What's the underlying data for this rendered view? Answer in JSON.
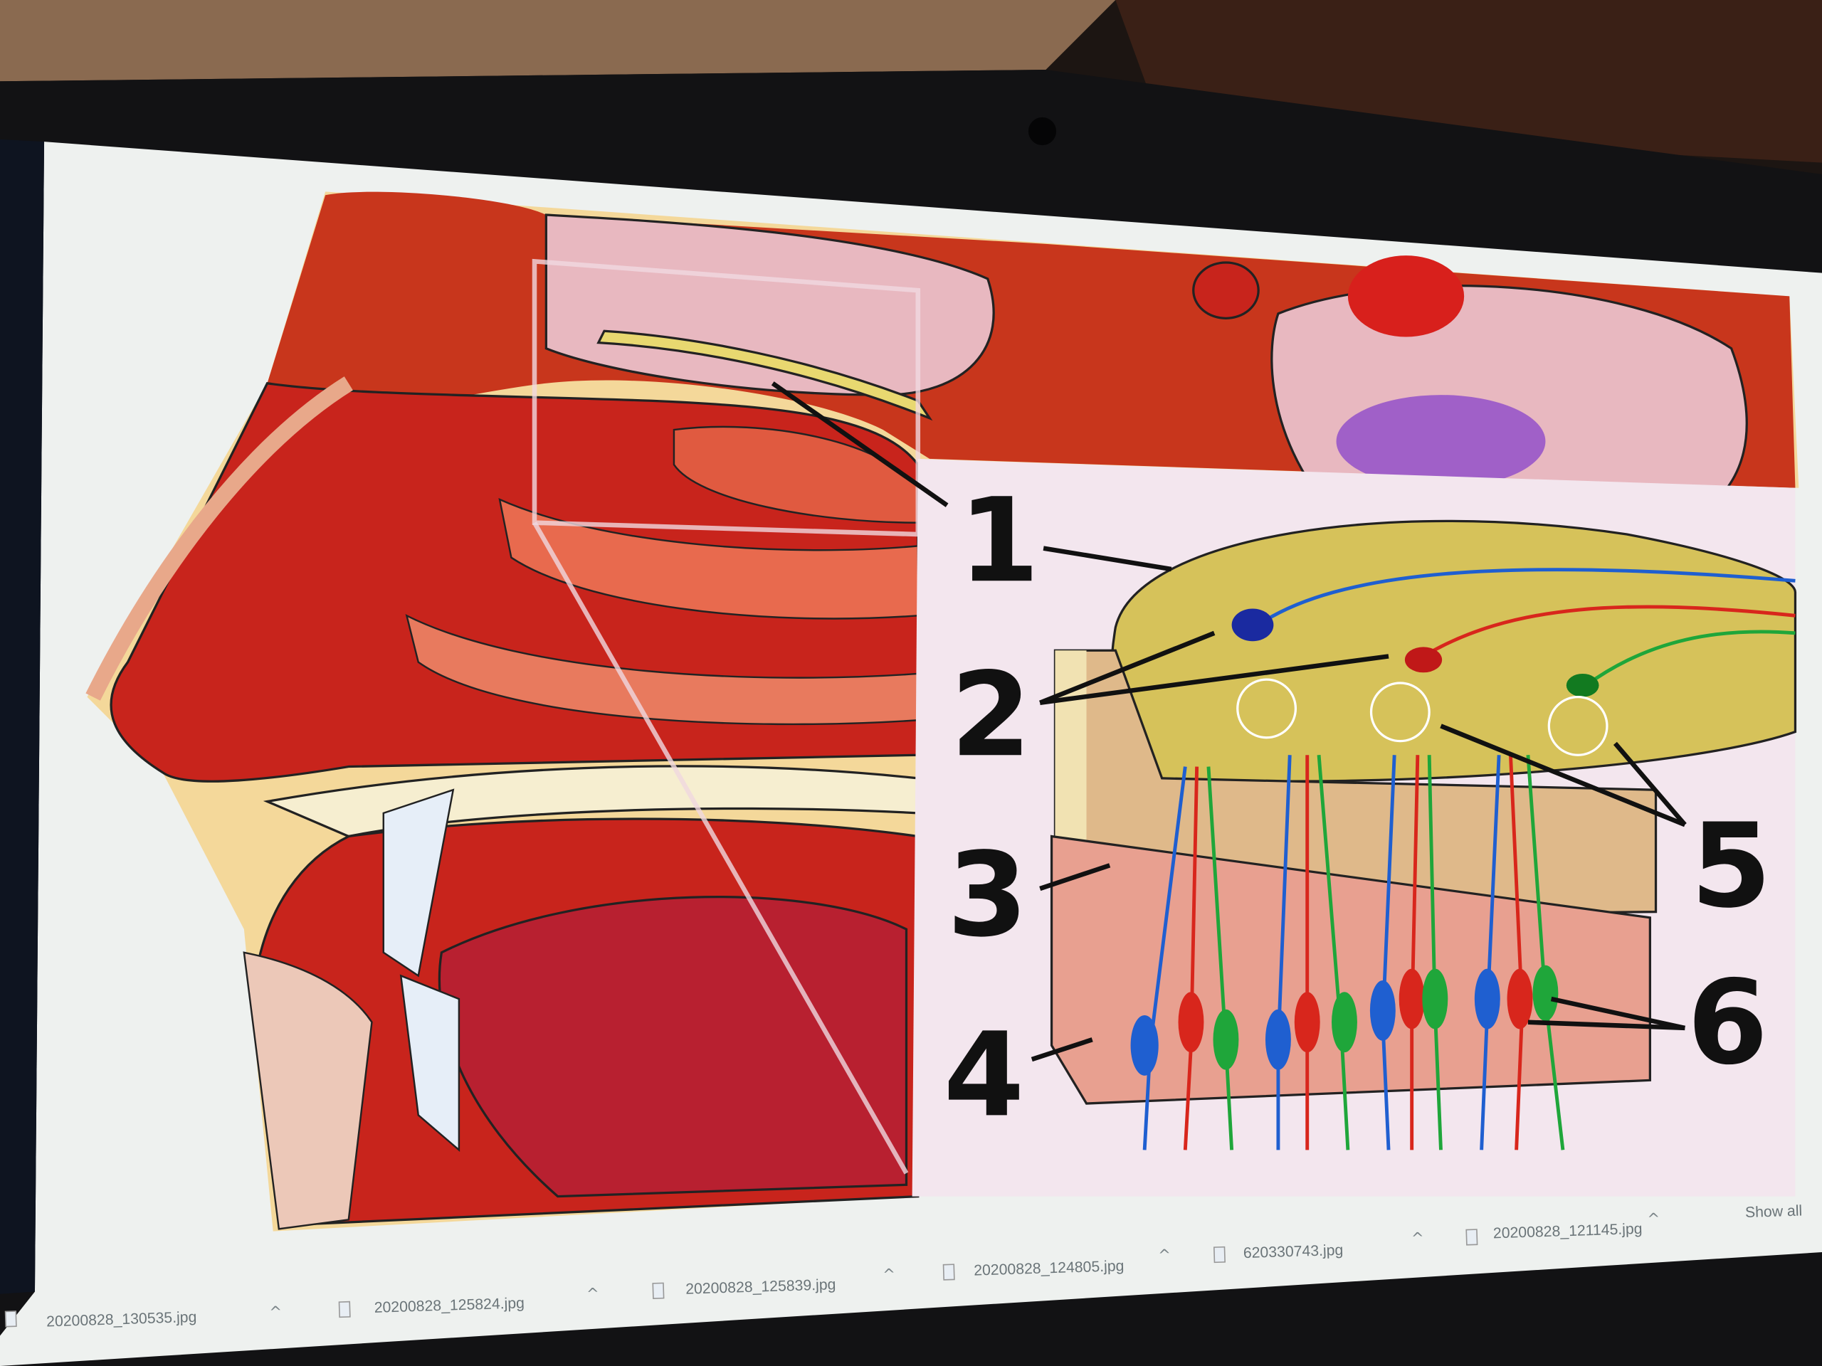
{
  "diagram": {
    "labels": [
      "1",
      "2",
      "3",
      "4",
      "5",
      "6"
    ]
  },
  "download_bar": {
    "items": [
      {
        "filename": "20200828_130535.jpg",
        "icon": "image-file-icon"
      },
      {
        "filename": "20200828_125824.jpg",
        "icon": "image-file-icon"
      },
      {
        "filename": "20200828_125839.jpg",
        "icon": "image-file-icon"
      },
      {
        "filename": "20200828_124805.jpg",
        "icon": "image-file-icon"
      },
      {
        "filename": "620330743.jpg",
        "icon": "image-file-icon"
      },
      {
        "filename": "20200828_121145.jpg",
        "icon": "image-file-icon"
      }
    ],
    "caret": "^",
    "show_all_label": "Show all"
  },
  "colors": {
    "neuron_blue": "#1f5fd0",
    "neuron_red": "#d8261c",
    "neuron_green": "#1fa63a",
    "bulb_yellow": "#d6c25a"
  }
}
